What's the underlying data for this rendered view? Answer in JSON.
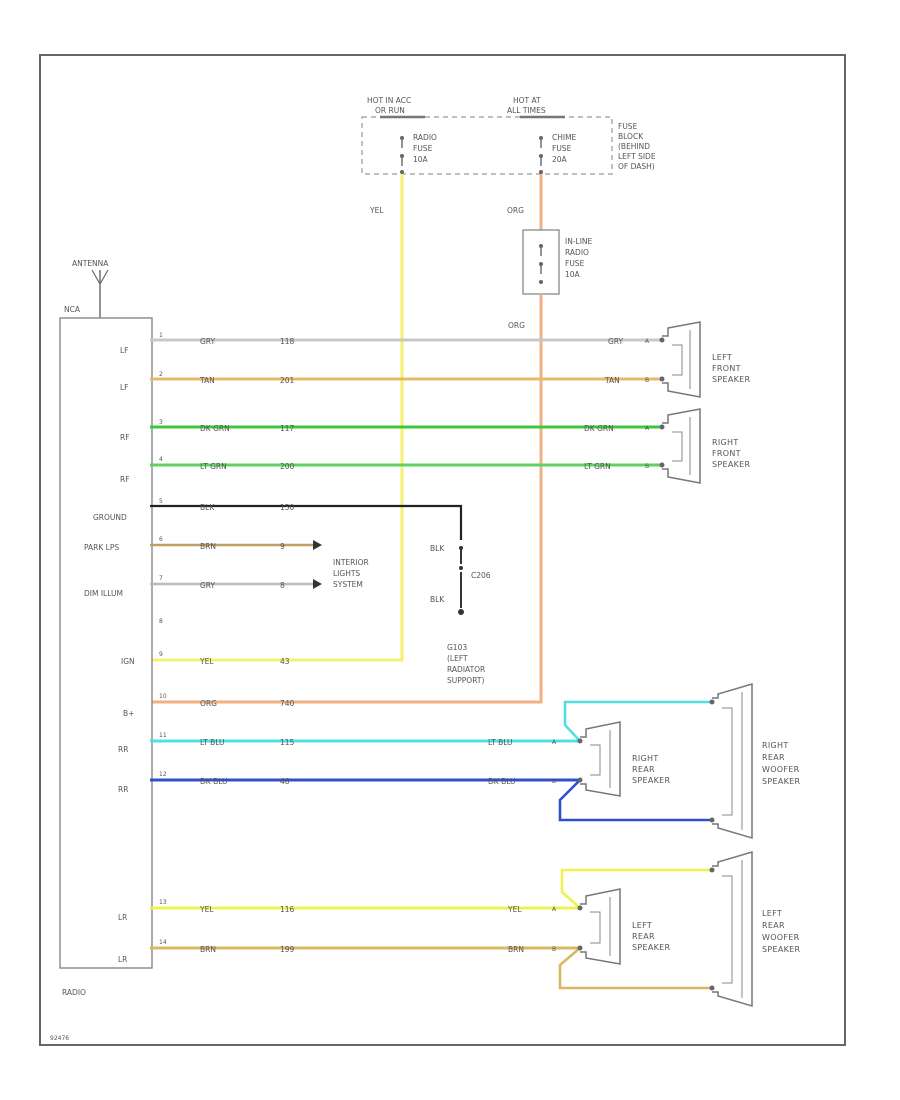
{
  "fuse_block": {
    "hot_run_acc": [
      "HOT IN ACC",
      "OR RUN"
    ],
    "hot_all_times": [
      "HOT AT",
      "ALL TIMES"
    ],
    "fuse1": [
      "RADIO",
      "FUSE",
      "10A"
    ],
    "fuse2": [
      "CHIME",
      "FUSE",
      "20A"
    ],
    "location": [
      "FUSE",
      "BLOCK",
      "(BEHIND",
      "LEFT SIDE",
      "OF DASH)"
    ]
  },
  "inline_fuse": [
    "IN-LINE",
    "RADIO",
    "FUSE",
    "10A"
  ],
  "radio": {
    "antenna": "ANTENNA",
    "nca": "NCA",
    "name": "RADIO",
    "terminals": [
      "LF",
      "LF",
      "RF",
      "RF",
      "GROUND",
      "PARK LPS",
      "DIM ILLUM",
      "",
      "IGN",
      "B+",
      "RR",
      "RR",
      "LR",
      "LR"
    ],
    "pins": [
      "1",
      "2",
      "3",
      "4",
      "5",
      "6",
      "7",
      "8",
      "9",
      "10",
      "11",
      "12",
      "13",
      "14"
    ]
  },
  "wires": [
    {
      "color": "GRY",
      "circuit": "118",
      "hex": "#c8c8c8"
    },
    {
      "color": "TAN",
      "circuit": "201",
      "hex": "#e8b868"
    },
    {
      "color": "DK GRN",
      "circuit": "117",
      "hex": "#3cc83c"
    },
    {
      "color": "LT GRN",
      "circuit": "200",
      "hex": "#60d060"
    },
    {
      "color": "BLK",
      "circuit": "150",
      "hex": "#222222"
    },
    {
      "color": "BRN",
      "circuit": "9",
      "hex": "#c0a060"
    },
    {
      "color": "GRY",
      "circuit": "8",
      "hex": "#bbbbbb"
    },
    {
      "color": "YEL",
      "circuit": "43",
      "hex": "#f5f070"
    },
    {
      "color": "ORG",
      "circuit": "740",
      "hex": "#f0b080"
    },
    {
      "color": "LT BLU",
      "circuit": "115",
      "hex": "#50e0e0"
    },
    {
      "color": "DK BLU",
      "circuit": "46",
      "hex": "#3050c8"
    },
    {
      "color": "YEL",
      "circuit": "116",
      "hex": "#f0f050"
    },
    {
      "color": "BRN",
      "circuit": "199",
      "hex": "#d8b860"
    }
  ],
  "feed_labels": {
    "yel": "YEL",
    "org": "ORG",
    "org2": "ORG"
  },
  "speaker_wire_labels": [
    "GRY",
    "TAN",
    "DK GRN",
    "LT GRN",
    "LT BLU",
    "DK BLU",
    "YEL",
    "BRN"
  ],
  "speaker_pins": [
    "A",
    "B"
  ],
  "speakers": {
    "left_front": [
      "LEFT",
      "FRONT",
      "SPEAKER"
    ],
    "right_front": [
      "RIGHT",
      "FRONT",
      "SPEAKER"
    ],
    "right_rear": [
      "RIGHT",
      "REAR",
      "SPEAKER"
    ],
    "right_rear_woofer": [
      "RIGHT",
      "REAR",
      "WOOFER",
      "SPEAKER"
    ],
    "left_rear": [
      "LEFT",
      "REAR",
      "SPEAKER"
    ],
    "left_rear_woofer": [
      "LEFT",
      "REAR",
      "WOOFER",
      "SPEAKER"
    ]
  },
  "interior_lights": [
    "INTERIOR",
    "LIGHTS",
    "SYSTEM"
  ],
  "conn": {
    "blk_top": "BLK",
    "blk_bot": "BLK",
    "label": "C206"
  },
  "ground": [
    "G103",
    "(LEFT",
    "RADIATOR",
    "SUPPORT)"
  ],
  "diagram_id": "92476"
}
